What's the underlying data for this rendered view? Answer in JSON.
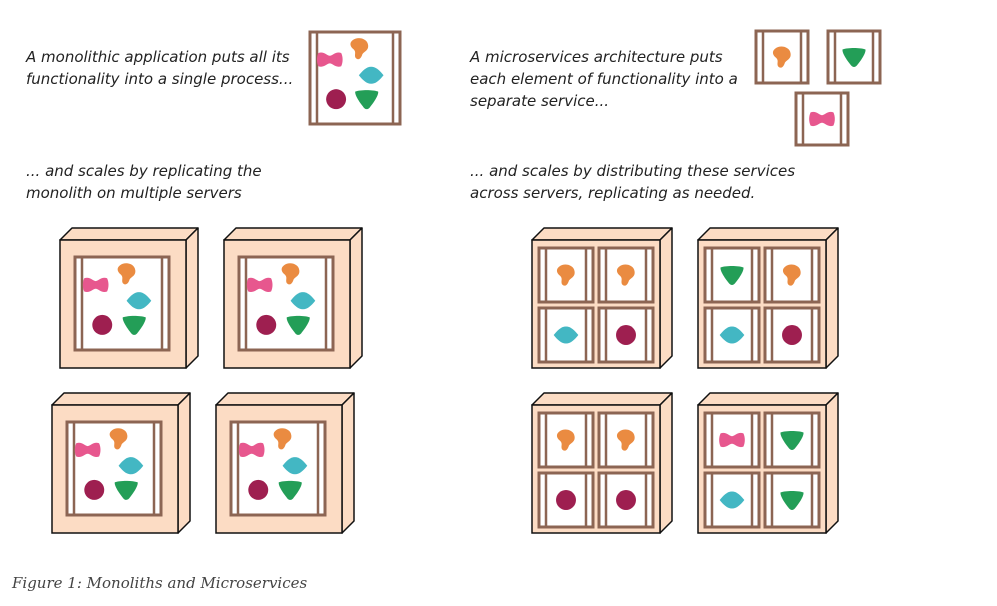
{
  "captions": {
    "monolith_intro": [
      "A monolithic application puts all its",
      "functionality into a single process..."
    ],
    "monolith_scale": [
      "... and scales by replicating the",
      "monolith on multiple servers"
    ],
    "micro_intro": [
      "A microservices architecture puts",
      "each element of functionality into a",
      "separate service..."
    ],
    "micro_scale": [
      "... and scales by distributing these services",
      "across servers, replicating as needed."
    ]
  },
  "figure_caption": "Figure 1: Monoliths and Microservices",
  "colors": {
    "box_border": "#8c6553",
    "server_fill": "#fcdcc4",
    "server_stroke": "#111111",
    "pink": "#e7578e",
    "orange": "#ea8b41",
    "teal": "#43b7c3",
    "maroon": "#9e1f50",
    "green": "#239e57"
  },
  "diagram": {
    "monolith_servers": 4,
    "micro_servers": [
      [
        "orange-blob",
        "orange-blob",
        "teal-diamond",
        "maroon-circle"
      ],
      [
        "green-triangle",
        "orange-blob",
        "teal-diamond",
        "maroon-circle"
      ],
      [
        "orange-blob",
        "orange-blob",
        "maroon-circle",
        "maroon-circle"
      ],
      [
        "pink-bowtie",
        "green-triangle",
        "teal-diamond",
        "green-triangle"
      ]
    ],
    "single_services": [
      "orange-blob",
      "green-triangle",
      "pink-bowtie"
    ]
  }
}
